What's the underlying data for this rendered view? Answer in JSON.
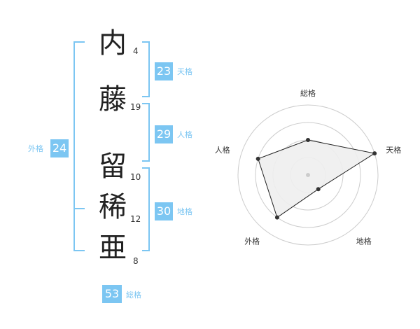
{
  "name": {
    "characters": [
      {
        "char": "内",
        "strokes": "4"
      },
      {
        "char": "藤",
        "strokes": "19"
      },
      {
        "char": "留",
        "strokes": "10"
      },
      {
        "char": "稀",
        "strokes": "12"
      },
      {
        "char": "亜",
        "strokes": "8"
      }
    ]
  },
  "fortunes": {
    "tenkaku": {
      "value": "23",
      "label": "天格"
    },
    "jinkaku": {
      "value": "29",
      "label": "人格"
    },
    "chikaku": {
      "value": "30",
      "label": "地格"
    },
    "gaikaku": {
      "value": "24",
      "label": "外格"
    },
    "soukaku": {
      "value": "53",
      "label": "総格"
    }
  },
  "colors": {
    "accent": "#7cc6f2",
    "text": "#222222",
    "grid": "#cccccc",
    "fill": "#eeeeee"
  },
  "chart_data": {
    "type": "radar",
    "axes": [
      "総格",
      "天格",
      "地格",
      "外格",
      "人格"
    ],
    "max": 4,
    "values": [
      2,
      4,
      1,
      3,
      3
    ]
  }
}
